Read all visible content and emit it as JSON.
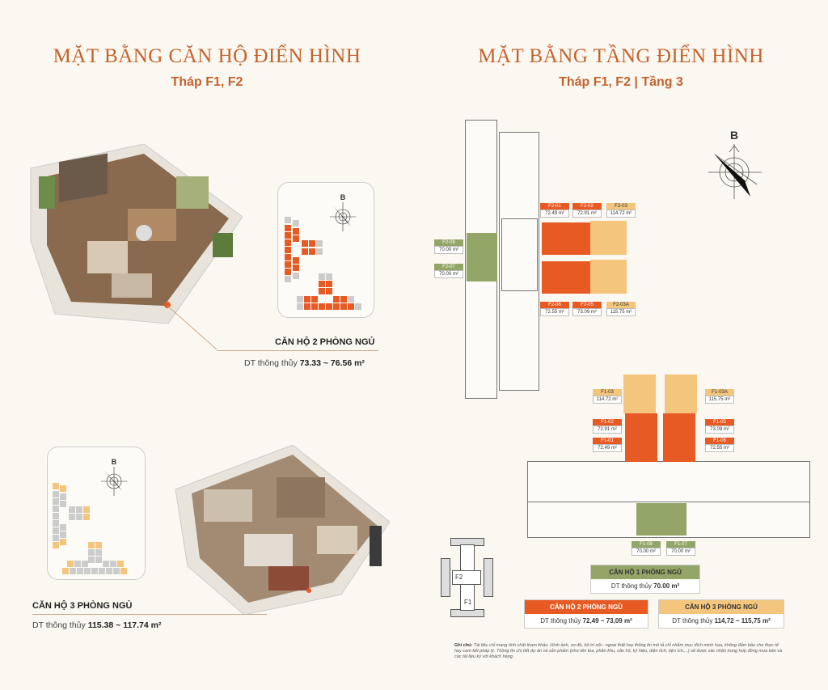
{
  "left": {
    "title": "MẶT BẰNG CĂN HỘ ĐIỂN HÌNH",
    "subtitle": "Tháp F1, F2",
    "unit_2br": {
      "heading": "CĂN HỘ 2 PHÒNG NGỦ",
      "area_label": "DT thông thủy",
      "area_value": "73.33 ~ 76.56 m²"
    },
    "unit_3br": {
      "heading": "CĂN HỘ 3 PHÒNG NGỦ",
      "area_label": "DT thông thủy",
      "area_value": "115.38 ~ 117.74 m²"
    },
    "compass_label": "B"
  },
  "right": {
    "title": "MẶT BẰNG TẦNG ĐIỂN HÌNH",
    "subtitle": "Tháp F1, F2 | Tầng 3",
    "compass_label": "B",
    "units_f2": [
      {
        "code": "F2-01",
        "area": "72.49 m²",
        "type": "2br"
      },
      {
        "code": "F2-02",
        "area": "72.91 m²",
        "type": "2br"
      },
      {
        "code": "F2-03",
        "area": "114.72 m²",
        "type": "3br"
      },
      {
        "code": "F2-08",
        "area": "70.00 m²",
        "type": "1br"
      },
      {
        "code": "F2-07",
        "area": "70.00 m²",
        "type": "1br"
      },
      {
        "code": "F2-06",
        "area": "72.55 m²",
        "type": "2br"
      },
      {
        "code": "F2-05",
        "area": "73.09 m²",
        "type": "2br"
      },
      {
        "code": "F2-03A",
        "area": "115.75 m²",
        "type": "3br"
      }
    ],
    "units_f1": [
      {
        "code": "F1-03",
        "area": "114.72 m²",
        "type": "3br"
      },
      {
        "code": "F1-03A",
        "area": "115.75 m²",
        "type": "3br"
      },
      {
        "code": "F1-02",
        "area": "72.91 m²",
        "type": "2br"
      },
      {
        "code": "F1-05",
        "area": "73.09 m²",
        "type": "2br"
      },
      {
        "code": "F1-01",
        "area": "72.49 m²",
        "type": "2br"
      },
      {
        "code": "F1-06",
        "area": "72.55 m²",
        "type": "2br"
      },
      {
        "code": "F1-08",
        "area": "70.00 m²",
        "type": "1br"
      },
      {
        "code": "F1-07",
        "area": "70.00 m²",
        "type": "1br"
      }
    ],
    "keyplan": {
      "label_f2": "F2",
      "label_f1": "F1"
    },
    "legend": {
      "one_br": {
        "heading": "CĂN HỘ 1 PHÒNG NGỦ",
        "area_label": "DT thông thủy",
        "area_value": "70.00 m²"
      },
      "two_br": {
        "heading": "CĂN HỘ 2 PHÒNG NGỦ",
        "area_label": "DT thông thủy",
        "area_value": "72,49 ~ 73,09 m²"
      },
      "three_br": {
        "heading": "CĂN HỘ 3 PHÒNG NGỦ",
        "area_label": "DT thông thủy",
        "area_value": "114,72 ~ 115,75 m²"
      }
    },
    "note": {
      "label": "Ghi chú:",
      "text": "Tài liệu chỉ mang tính chất tham khảo. Hình ảnh, sơ đồ, bố trí nội - ngoại thất hay thông tin mô tả chỉ nhằm mục đích minh họa, không đảm bảo cho thực tế hay cam kết pháp lý. Thông tin chi tiết dự án và sản phẩm (như tên tòa, phân khu, căn hộ, ký hiệu, diện tích, tiện ích,...) sẽ được xác nhận trong hợp đồng mua bán và các tài liệu ký với khách hàng."
    }
  },
  "colors": {
    "accent": "#c4622d",
    "two_br": "#e85a23",
    "three_br": "#f4c57d",
    "one_br": "#93a567",
    "background": "#fbf8f1"
  }
}
